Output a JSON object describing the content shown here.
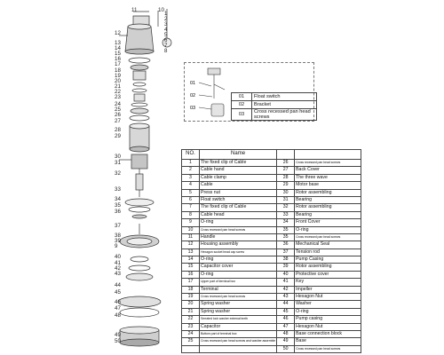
{
  "diagram_numbers": [
    "11",
    "12",
    "13",
    "14",
    "15",
    "16",
    "17",
    "18",
    "19",
    "20",
    "21",
    "22",
    "23",
    "24",
    "25",
    "26",
    "27",
    "28",
    "29",
    "30",
    "31",
    "32",
    "33",
    "34",
    "35",
    "36",
    "37",
    "38",
    "39",
    "9",
    "40",
    "41",
    "42",
    "43",
    "44",
    "45",
    "46",
    "47",
    "48",
    "49",
    "50",
    "10",
    "1",
    "2",
    "3",
    "4",
    "5",
    "6",
    "7",
    "8"
  ],
  "inset": {
    "labels": [
      "01",
      "02",
      "03"
    ],
    "rows": [
      {
        "no": "01",
        "name": "Float switch"
      },
      {
        "no": "02",
        "name": "Bracket"
      },
      {
        "no": "03",
        "name": "Cross recessed pan head screws"
      }
    ]
  },
  "parts_table": {
    "headers": [
      "NO.",
      "Name",
      "",
      ""
    ],
    "left": [
      {
        "no": "1",
        "name": "The fixed clip of Cable"
      },
      {
        "no": "2",
        "name": "Cable hand"
      },
      {
        "no": "3",
        "name": "Cable clamp"
      },
      {
        "no": "4",
        "name": "Cable"
      },
      {
        "no": "5",
        "name": "Press nut"
      },
      {
        "no": "6",
        "name": "Float switch"
      },
      {
        "no": "7",
        "name": "The fixed clip of Cable"
      },
      {
        "no": "8",
        "name": "Cable head"
      },
      {
        "no": "9",
        "name": "O-ring"
      },
      {
        "no": "10",
        "name": "Cross recessed pan head screws"
      },
      {
        "no": "11",
        "name": "Handle"
      },
      {
        "no": "12",
        "name": "Housing assembly"
      },
      {
        "no": "13",
        "name": "Hexagon socket head cap screw"
      },
      {
        "no": "14",
        "name": "O-ring"
      },
      {
        "no": "15",
        "name": "Capacitor cover"
      },
      {
        "no": "16",
        "name": "O-ring"
      },
      {
        "no": "17",
        "name": "Upper part of terminal box"
      },
      {
        "no": "18",
        "name": "Terminal"
      },
      {
        "no": "19",
        "name": "Cross recessed pan head screws"
      },
      {
        "no": "20",
        "name": "Spring washer"
      },
      {
        "no": "21",
        "name": "Spring washer"
      },
      {
        "no": "22",
        "name": "Serrated lock washer external teeth"
      },
      {
        "no": "23",
        "name": "Capacitor"
      },
      {
        "no": "24",
        "name": "Bottom part of terminal box"
      },
      {
        "no": "25",
        "name": "Cross recessed pan head screws and washer assemble"
      }
    ],
    "right": [
      {
        "no": "26",
        "name": "Cross recessed pan head screws"
      },
      {
        "no": "27",
        "name": "Back Cover"
      },
      {
        "no": "28",
        "name": "The three wave"
      },
      {
        "no": "29",
        "name": "Motor base"
      },
      {
        "no": "30",
        "name": "Rotor assembling"
      },
      {
        "no": "31",
        "name": "Bearing"
      },
      {
        "no": "32",
        "name": "Rotor assembling"
      },
      {
        "no": "33",
        "name": "Bearing"
      },
      {
        "no": "34",
        "name": "Front Cover"
      },
      {
        "no": "35",
        "name": "O-ring"
      },
      {
        "no": "35",
        "name": "Cross recessed pan head screws"
      },
      {
        "no": "36",
        "name": "Mechanical Seal"
      },
      {
        "no": "37",
        "name": "Tension rod"
      },
      {
        "no": "38",
        "name": "Pump Casing"
      },
      {
        "no": "39",
        "name": "Rotor assembling"
      },
      {
        "no": "40",
        "name": "Protective cover"
      },
      {
        "no": "41",
        "name": "Key"
      },
      {
        "no": "42",
        "name": "Impeller"
      },
      {
        "no": "43",
        "name": "Hexagon Nut"
      },
      {
        "no": "44",
        "name": "Washer"
      },
      {
        "no": "45",
        "name": "O-ring"
      },
      {
        "no": "46",
        "name": "Pump casing"
      },
      {
        "no": "47",
        "name": "Hexagon Nut"
      },
      {
        "no": "48",
        "name": "Base connection block"
      },
      {
        "no": "49",
        "name": "Base"
      },
      {
        "no": "50",
        "name": "Cross recessed pan head screws"
      }
    ]
  }
}
